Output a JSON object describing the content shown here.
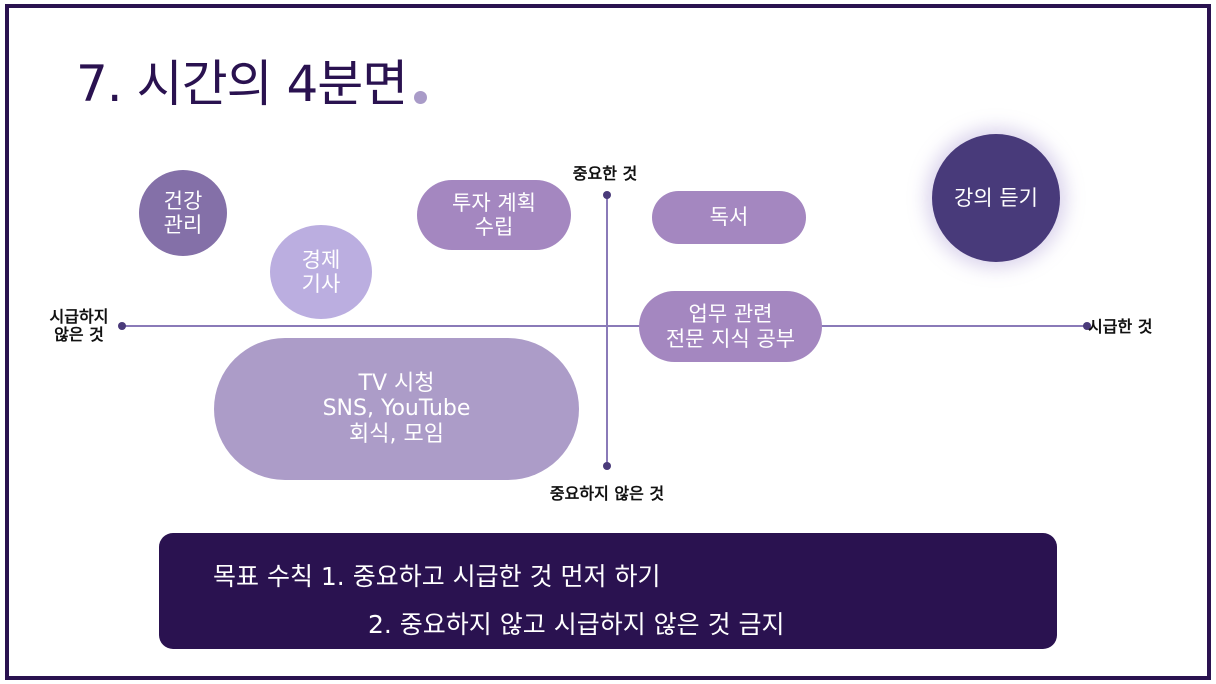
{
  "title": "7. 시간의 4분면",
  "axes": {
    "top": "중요한 것",
    "bottom": "중요하지 않은 것",
    "left": "시급하지\n않은 것",
    "right": "시급한 것"
  },
  "items": {
    "health": "건강\n관리",
    "economy": "경제\n기사",
    "invest": "투자 계획\n수립",
    "reading": "독서",
    "lecture": "강의 듣기",
    "work": "업무 관련\n전문 지식 공부",
    "leisure": "TV 시청\nSNS, YouTube\n회식, 모임"
  },
  "goals": {
    "line1": "목표 수칙 1. 중요하고 시급한 것 먼저 하기",
    "line2": "2. 중요하지 않고 시급하지 않은 것 금지"
  },
  "colors": {
    "primary": "#2a1250",
    "accent": "#483a7a"
  }
}
